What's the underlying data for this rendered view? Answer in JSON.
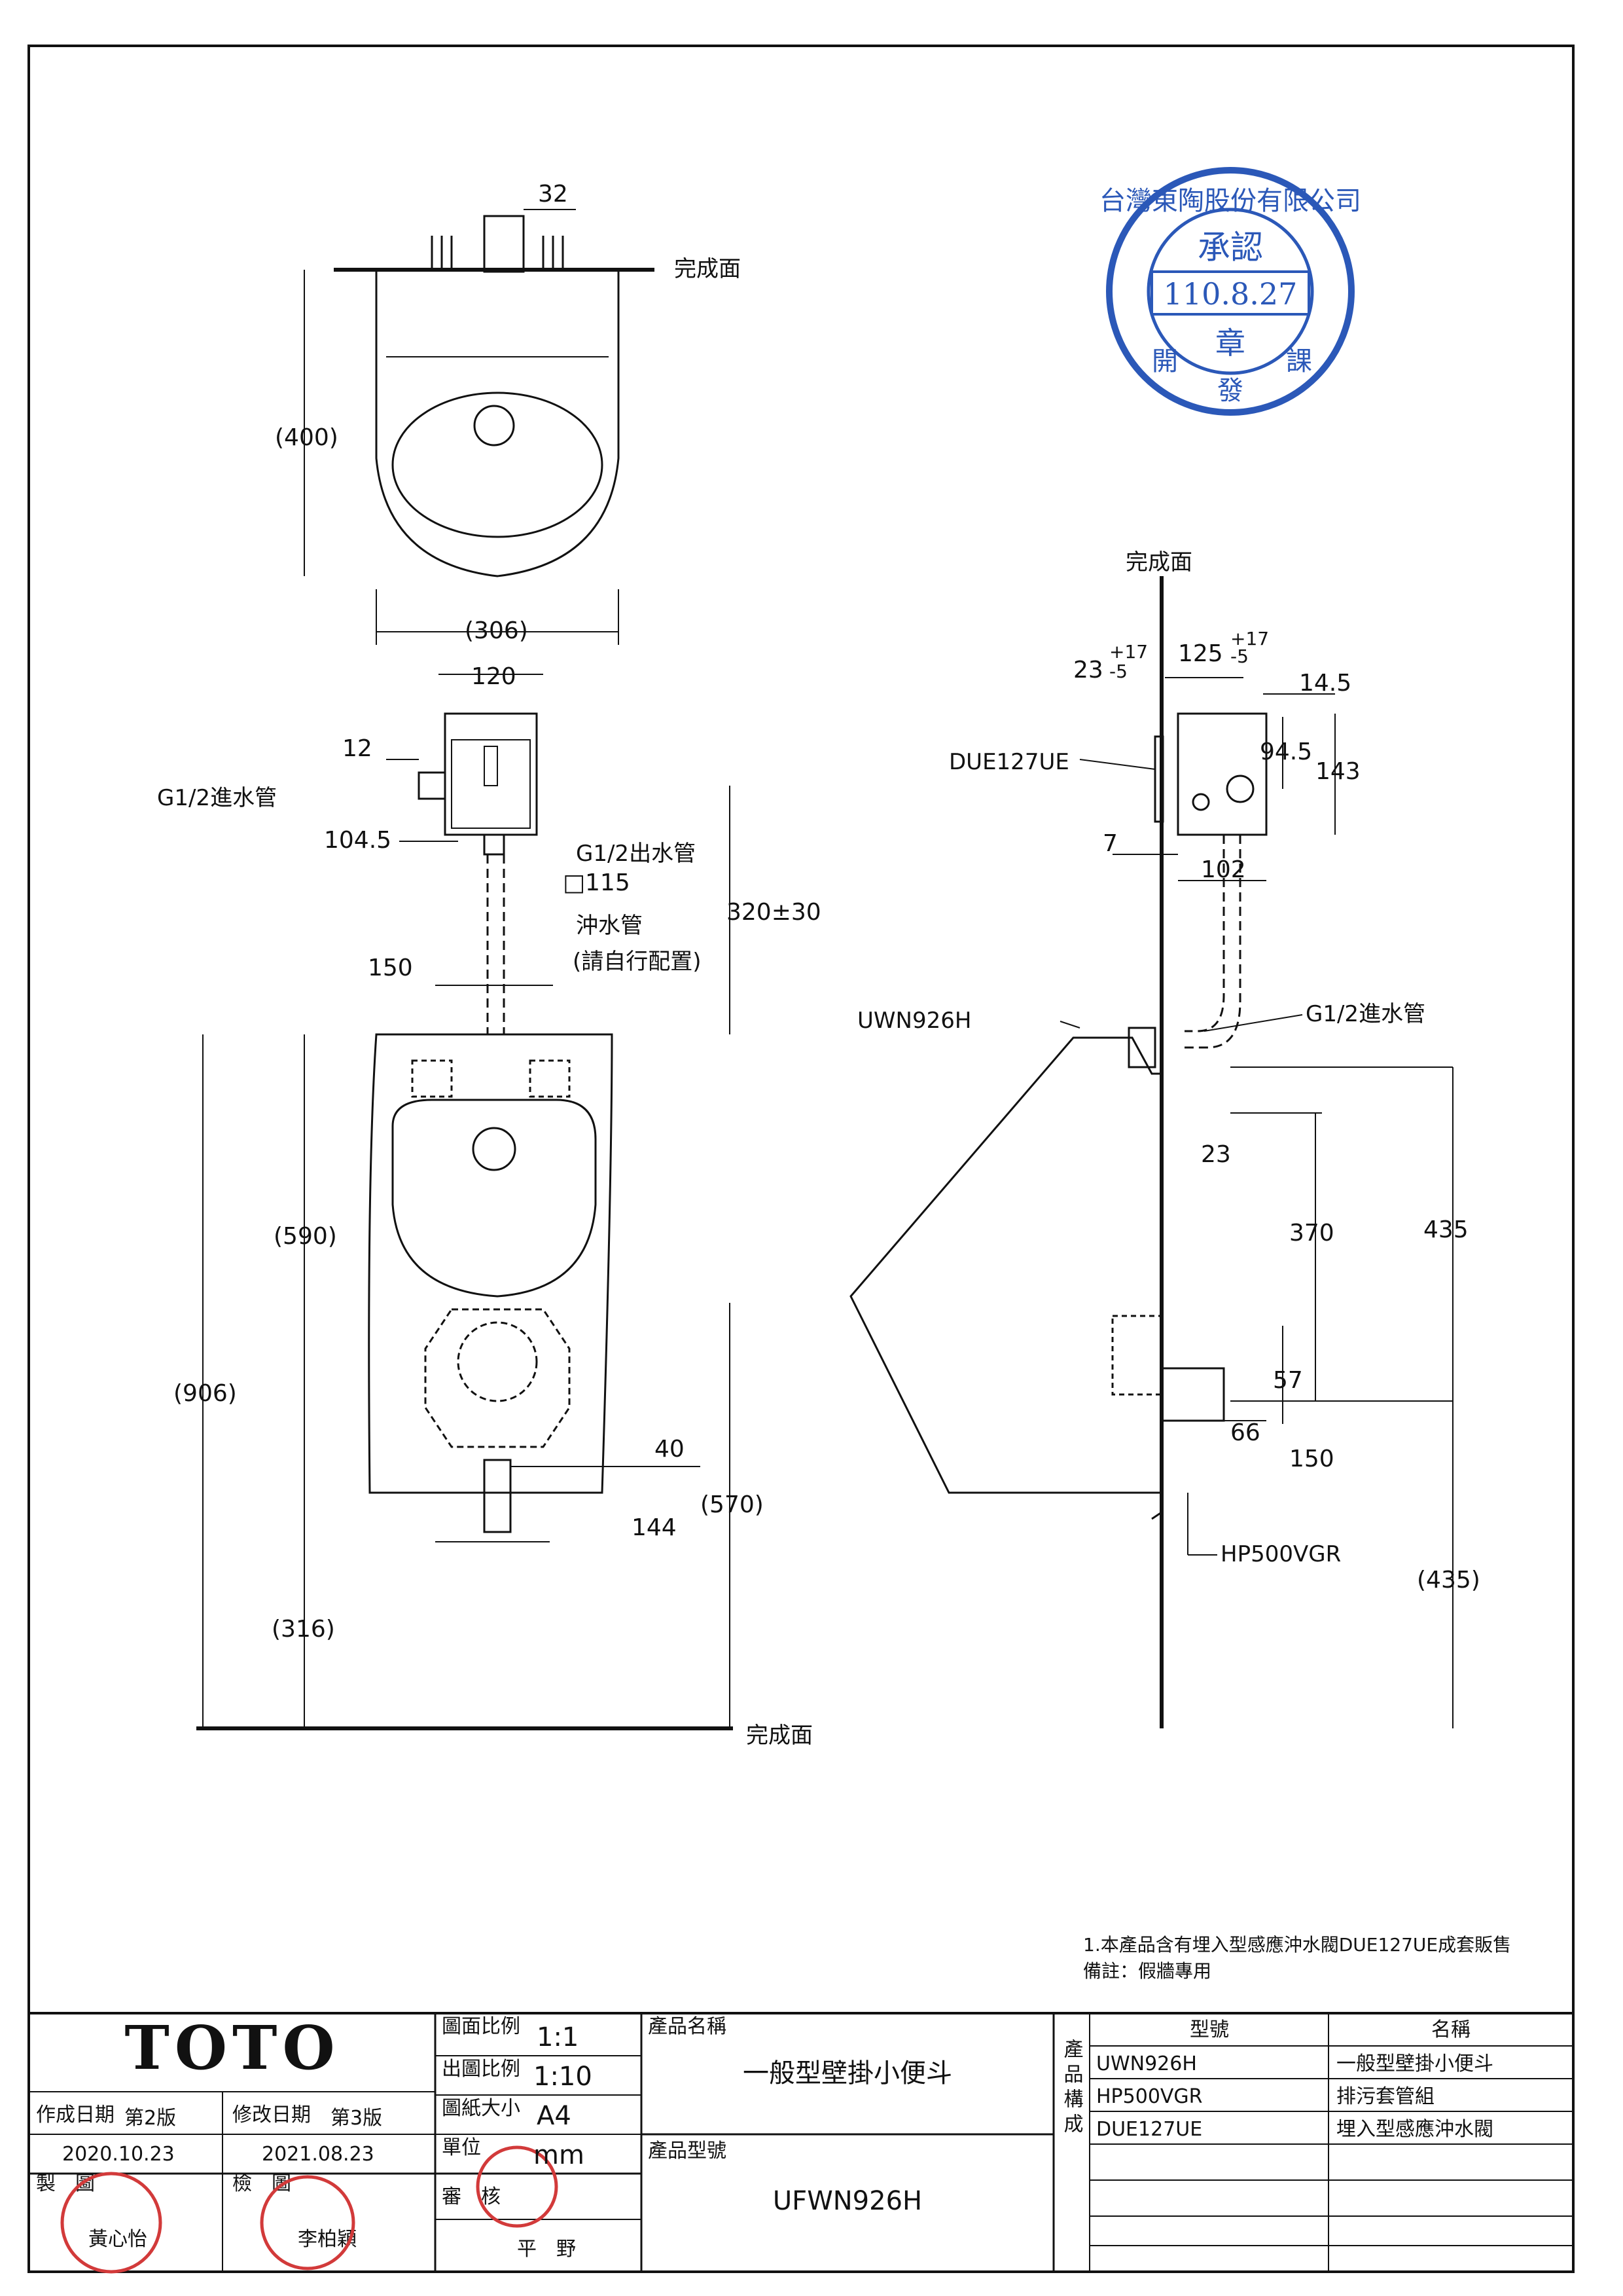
{
  "labels": {
    "finished_surface": "完成面",
    "inlet_pipe": "G1/2進水管",
    "outlet_pipe": "G1/2出水管",
    "flush_pipe": "沖水管",
    "self_config": "(請自行配置)",
    "model_valve": "DUE127UE",
    "model_urinal": "UWN926H",
    "model_trap": "HP500VGR"
  },
  "dims": {
    "top_width": "32",
    "top_depth": "(400)",
    "top_length": "(306)",
    "valve_width": "120",
    "inlet_offset": "12",
    "valve_depth": "104.5",
    "pipe_square": "□115",
    "pipe_height": "320±30",
    "bracket_spacing": "150",
    "bowl_height": "(590)",
    "total_height": "(906)",
    "outlet_width": "40",
    "bottom_width": "144",
    "outlet_height": "(570)",
    "floor_gap": "(316)",
    "side_wall_offset": "23",
    "side_wall_tol_plus": "+17",
    "side_wall_tol_minus": "-5",
    "side_box_depth": "125",
    "side_box_tol_plus": "+17",
    "side_box_tol_minus": "-5",
    "side_inlet_offset": "14.5",
    "side_inlet_height": "94.5",
    "side_box_height": "143",
    "side_plate": "7",
    "side_box_bottom": "102",
    "side_bracket": "23",
    "side_370": "370",
    "side_435": "435",
    "side_57": "57",
    "side_66": "66",
    "side_150": "150",
    "side_floor": "(435)"
  },
  "notes": {
    "line1": "1.本產品含有埋入型感應沖水閥DUE127UE成套販售",
    "line2": "備註：假牆專用"
  },
  "stamp": {
    "company": "台灣東陶股份有限公司",
    "approve": "承認",
    "date": "110.8.27",
    "chapter": "章",
    "left": "開",
    "right": "課",
    "bottom": "發"
  },
  "title_block": {
    "brand": "TOTO",
    "scale_label": "圖面比例",
    "scale_value": "1:1",
    "print_scale_label": "出圖比例",
    "print_scale_value": "1:10",
    "paper_label": "圖紙大小",
    "paper_value": "A4",
    "unit_label": "單位",
    "unit_value": "mm",
    "product_name_label": "產品名稱",
    "product_name": "一般型壁掛小便斗",
    "product_model_label": "產品型號",
    "product_model": "UFWN926H",
    "created_label": "作成日期",
    "created_version": "第2版",
    "created_date": "2020.10.23",
    "revised_label": "修改日期",
    "revised_version": "第3版",
    "revised_date": "2021.08.23",
    "drawn_label": "製　圖",
    "drawn_by": "黃心怡",
    "checked_label": "檢　圖",
    "checked_by": "李柏穎",
    "reviewed_label": "審　核",
    "reviewed_by": "平　野",
    "composition_label": "產品構成",
    "model_header": "型號",
    "name_header": "名稱",
    "components": [
      {
        "model": "UWN926H",
        "name": "一般型壁掛小便斗"
      },
      {
        "model": "HP500VGR",
        "name": "排污套管組"
      },
      {
        "model": "DUE127UE",
        "name": "埋入型感應沖水閥"
      }
    ]
  }
}
